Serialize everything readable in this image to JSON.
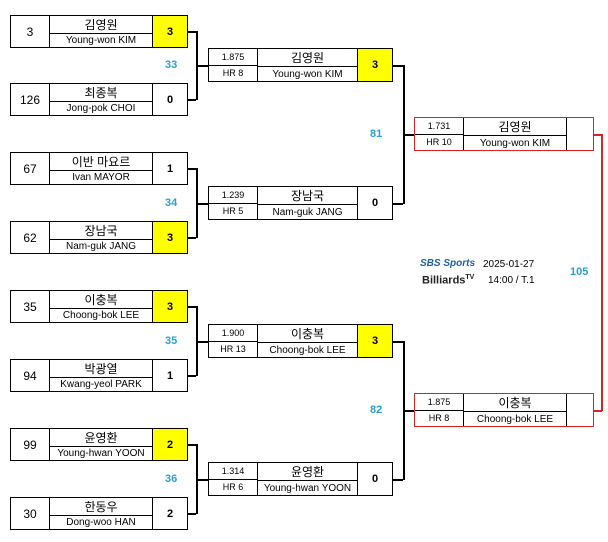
{
  "round1": [
    {
      "seed": "3",
      "kr": "김영원",
      "en": "Young-won KIM",
      "score": "3",
      "win": true
    },
    {
      "seed": "126",
      "kr": "최종복",
      "en": "Jong-pok CHOI",
      "score": "0",
      "win": false
    },
    {
      "seed": "67",
      "kr": "이반 마요르",
      "en": "Ivan MAYOR",
      "score": "1",
      "win": false
    },
    {
      "seed": "62",
      "kr": "장남국",
      "en": "Nam-guk JANG",
      "score": "3",
      "win": true
    },
    {
      "seed": "35",
      "kr": "이충복",
      "en": "Choong-bok LEE",
      "score": "3",
      "win": true
    },
    {
      "seed": "94",
      "kr": "박광열",
      "en": "Kwang-yeol PARK",
      "score": "1",
      "win": false
    },
    {
      "seed": "99",
      "kr": "윤영환",
      "en": "Young-hwan YOON",
      "score": "2",
      "win": true
    },
    {
      "seed": "30",
      "kr": "한동우",
      "en": "Dong-woo HAN",
      "score": "2",
      "win": false
    }
  ],
  "round2": [
    {
      "avg": "1.875",
      "hr": "HR 8",
      "kr": "김영원",
      "en": "Young-won KIM",
      "score": "3",
      "win": true
    },
    {
      "avg": "1.239",
      "hr": "HR 5",
      "kr": "장남국",
      "en": "Nam-guk JANG",
      "score": "0",
      "win": false
    },
    {
      "avg": "1.900",
      "hr": "HR 13",
      "kr": "이충복",
      "en": "Choong-bok LEE",
      "score": "3",
      "win": true
    },
    {
      "avg": "1.314",
      "hr": "HR 6",
      "kr": "윤영환",
      "en": "Young-hwan YOON",
      "score": "0",
      "win": false
    }
  ],
  "round3": [
    {
      "avg": "1.731",
      "hr": "HR 10",
      "kr": "김영원",
      "en": "Young-won KIM",
      "score": ""
    },
    {
      "avg": "1.875",
      "hr": "HR 8",
      "kr": "이충복",
      "en": "Choong-bok LEE",
      "score": ""
    }
  ],
  "match_numbers": {
    "m33": "33",
    "m34": "34",
    "m35": "35",
    "m36": "36",
    "m81": "81",
    "m82": "82",
    "m105": "105"
  },
  "broadcast": {
    "brand_top": "SBS Sports",
    "brand_bottom": "Billiards",
    "brand_sup": "TV",
    "date": "2025-01-27",
    "time": "14:00 / T.1"
  },
  "colors": {
    "winner_highlight": "#ffff00",
    "match_number": "#2a9fd6",
    "bracket_red": "#e02020"
  }
}
